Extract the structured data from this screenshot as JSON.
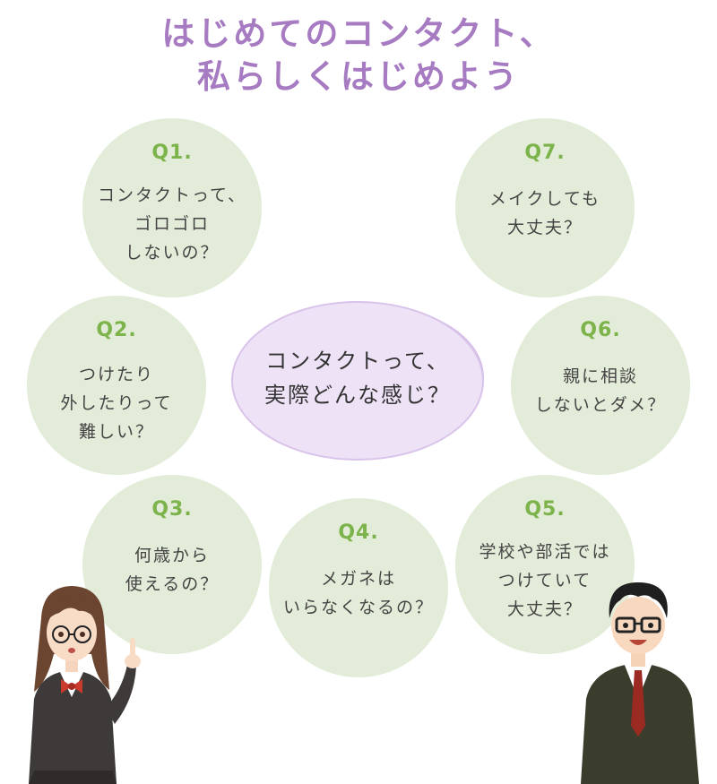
{
  "title": {
    "line1": "はじめてのコンタクト、",
    "line2": "私らしくはじめよう"
  },
  "center": {
    "line1": "コンタクトって、",
    "line2": "実際どんな感じ？"
  },
  "questions": [
    {
      "label": "Q1.",
      "lines": [
        "コンタクトって、",
        "ゴロゴロ",
        "しないの？"
      ]
    },
    {
      "label": "Q2.",
      "lines": [
        "つけたり",
        "外したりって",
        "難しい？"
      ]
    },
    {
      "label": "Q3.",
      "lines": [
        "何歳から",
        "使えるの？"
      ]
    },
    {
      "label": "Q4.",
      "lines": [
        "メガネは",
        "いらなくなるの？"
      ]
    },
    {
      "label": "Q5.",
      "lines": [
        "学校や部活では",
        "つけていて",
        "大丈夫？"
      ]
    },
    {
      "label": "Q6.",
      "lines": [
        "親に相談",
        "しないとダメ？"
      ]
    },
    {
      "label": "Q7.",
      "lines": [
        "メイクしても",
        "大丈夫？"
      ]
    }
  ],
  "colors": {
    "title": "#a77bc2",
    "bubble": "#e3ecd9",
    "label": "#7cb34a",
    "center": "#ede2f6"
  }
}
